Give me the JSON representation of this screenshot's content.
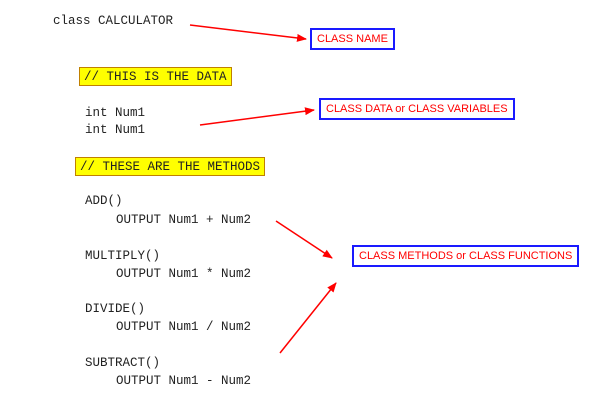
{
  "class_header": "class CALCULATOR",
  "data_comment": "// THIS IS THE DATA",
  "variables": [
    "int Num1",
    "int Num1"
  ],
  "methods_comment": "// THESE ARE THE METHODS",
  "methods": [
    {
      "name": "ADD()",
      "body": "OUTPUT Num1 + Num2"
    },
    {
      "name": "MULTIPLY()",
      "body": "OUTPUT Num1 * Num2"
    },
    {
      "name": "DIVIDE()",
      "body": "OUTPUT Num1 / Num2"
    },
    {
      "name": "SUBTRACT()",
      "body": "OUTPUT Num1 - Num2"
    }
  ],
  "labels": {
    "class_name": "CLASS NAME",
    "class_data": "CLASS DATA or CLASS VARIABLES",
    "class_methods": "CLASS METHODS or CLASS FUNCTIONS"
  },
  "colors": {
    "arrow": "#ff0000",
    "label_text": "#ff0000",
    "label_border": "#1a1aff",
    "highlight": "#ffff00"
  }
}
